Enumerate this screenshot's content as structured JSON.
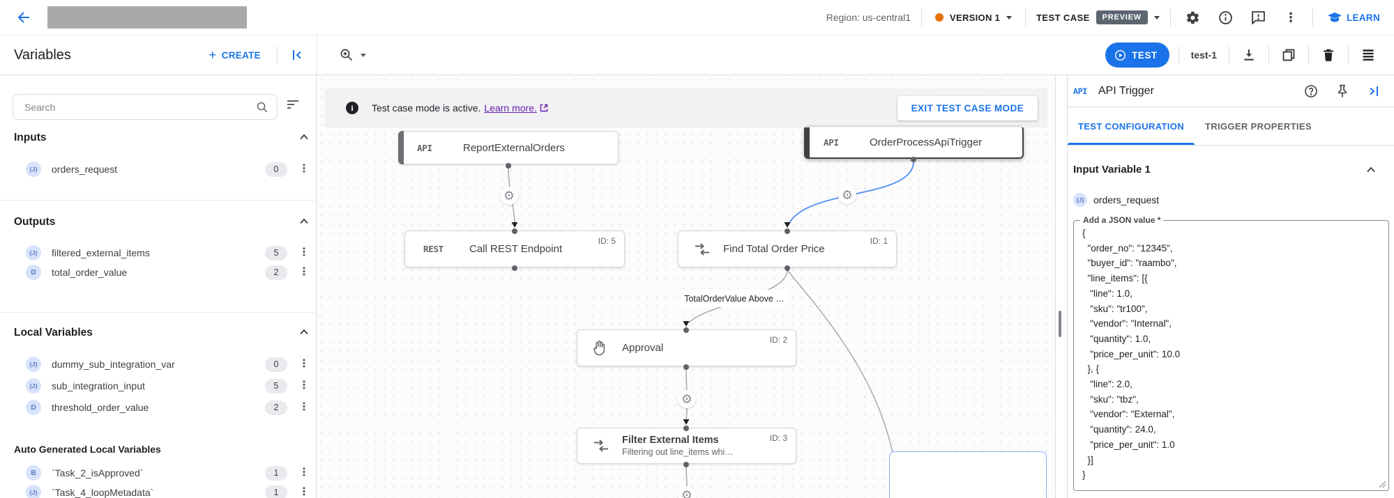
{
  "topbar": {
    "region": "Region: us-central1",
    "version_label": "VERSION 1",
    "test_case_label": "TEST CASE",
    "preview_badge": "PREVIEW",
    "learn_label": "LEARN"
  },
  "toolbar": {
    "title": "Variables",
    "create_label": "CREATE",
    "test_button": "TEST",
    "test_name": "test-1"
  },
  "sidebar": {
    "search_placeholder": "Search",
    "sections": [
      {
        "heading": "Inputs",
        "items": [
          {
            "icon": "{J}",
            "name": "orders_request",
            "count": "0"
          }
        ]
      },
      {
        "heading": "Outputs",
        "items": [
          {
            "icon": "{J}",
            "name": "filtered_external_items",
            "count": "5"
          },
          {
            "icon": "D",
            "name": "total_order_value",
            "count": "2"
          }
        ]
      },
      {
        "heading": "Local Variables",
        "items": [
          {
            "icon": "{J}",
            "name": "dummy_sub_integration_var",
            "count": "0"
          },
          {
            "icon": "{J}",
            "name": "sub_integration_input",
            "count": "5"
          },
          {
            "icon": "D",
            "name": "threshold_order_value",
            "count": "2"
          }
        ]
      },
      {
        "heading": "Auto Generated Local Variables",
        "items": [
          {
            "icon": "B",
            "name": "`Task_2_isApproved`",
            "count": "1"
          },
          {
            "icon": "{J}",
            "name": "`Task_4_loopMetadata`",
            "count": "1"
          }
        ]
      }
    ]
  },
  "canvas": {
    "banner": {
      "message": "Test case mode is active.",
      "link": "Learn more.",
      "exit_button": "EXIT TEST CASE MODE"
    },
    "nodes": [
      {
        "type_label": "API",
        "title": "ReportExternalOrders"
      },
      {
        "type_label": "API",
        "title": "OrderProcessApiTrigger"
      },
      {
        "type_label": "REST",
        "title": "Call REST Endpoint",
        "id_label": "ID: 5"
      },
      {
        "title": "Find Total Order Price",
        "id_label": "ID: 1"
      },
      {
        "title": "Approval",
        "id_label": "ID: 2"
      },
      {
        "title": "Filter External Items",
        "subtitle": "Filtering out line_items whi…",
        "id_label": "ID: 3"
      }
    ],
    "edge_label": "TotalOrderValue Above …"
  },
  "panel": {
    "chip": "API",
    "title": "API Trigger",
    "tabs": [
      {
        "label": "TEST CONFIGURATION"
      },
      {
        "label": "TRIGGER PROPERTIES"
      }
    ],
    "section_title": "Input Variable 1",
    "variable": {
      "icon": "{J}",
      "name": "orders_request"
    },
    "field_label": "Add a JSON value *",
    "json_lines": [
      "{",
      "  \"order_no\": \"12345\",",
      "  \"buyer_id\": \"raambo\",",
      "  \"line_items\": [{",
      "   \"line\": 1.0,",
      "   \"sku\": \"tr100\",",
      "   \"vendor\": \"Internal\",",
      "   \"quantity\": 1.0,",
      "   \"price_per_unit\": 10.0",
      "  }, {",
      "   \"line\": 2.0,",
      "   \"sku\": \"tbz\",",
      "   \"vendor\": \"External\",",
      "   \"quantity\": 24.0,",
      "   \"price_per_unit\": 1.0",
      "  }]",
      "}"
    ]
  },
  "colors": {
    "accent": "#1a73e8",
    "version_dot": "#e8710a",
    "link_purple": "#681da8"
  }
}
